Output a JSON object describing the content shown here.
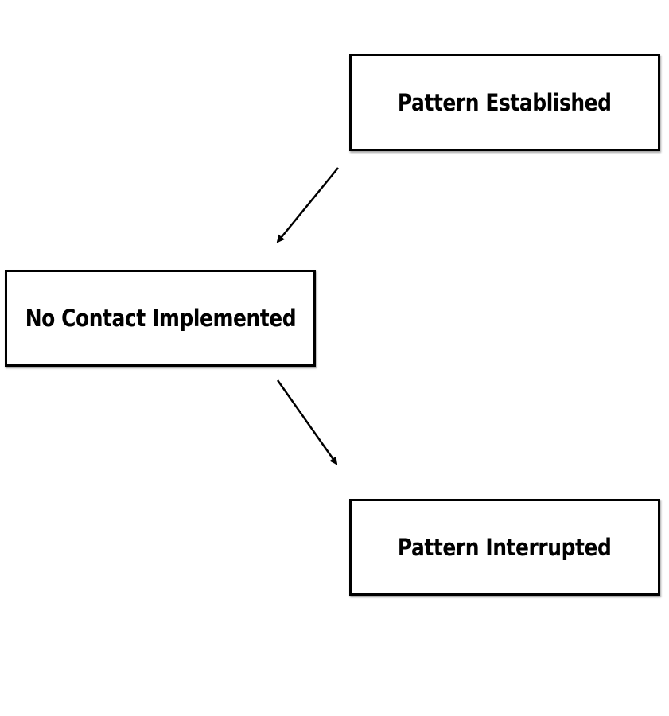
{
  "diagram": {
    "nodes": [
      {
        "id": "established",
        "label": "Pattern Established"
      },
      {
        "id": "nocontact",
        "label": "No Contact Implemented"
      },
      {
        "id": "interrupted",
        "label": "Pattern Interrupted"
      }
    ],
    "edges": [
      {
        "from": "established",
        "to": "nocontact"
      },
      {
        "from": "nocontact",
        "to": "interrupted"
      }
    ]
  },
  "colors": {
    "stroke": "#000000",
    "background": "#ffffff"
  }
}
